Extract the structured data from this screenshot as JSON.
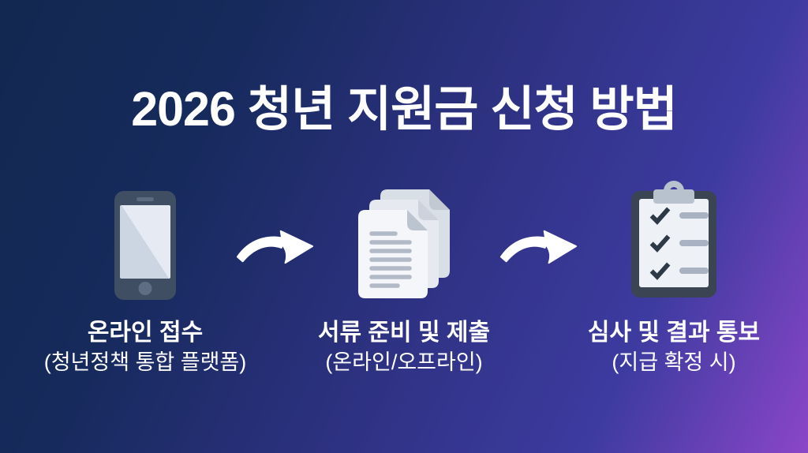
{
  "title": "2026 청년 지원금 신청 방법",
  "steps": [
    {
      "id": "step-1",
      "icon": "smartphone-icon",
      "label": "온라인 접수",
      "sublabel": "(청년정책 통합 플랫폼)"
    },
    {
      "id": "step-2",
      "icon": "documents-icon",
      "label": "서류 준비 및 제출",
      "sublabel": "(온라인/오프라인)"
    },
    {
      "id": "step-3",
      "icon": "clipboard-checklist-icon",
      "label": "심사 및 결과 통보",
      "sublabel": "(지급 확정 시)"
    }
  ],
  "arrows": [
    {
      "icon": "curved-right-arrow-icon"
    },
    {
      "icon": "curved-right-arrow-icon"
    }
  ],
  "colors": {
    "background_navy": "#12284f",
    "background_purple": "#8b46c8",
    "text_white": "#ffffff",
    "icon_slate": "#404e63",
    "clipboard_slate": "#3a4452",
    "paper_white": "#f4f6f9",
    "paper_gray": "#d9dfe7",
    "line_gray": "#a8b2c2",
    "check_dark": "#2e3947",
    "clip_gray": "#b8c1ce"
  }
}
